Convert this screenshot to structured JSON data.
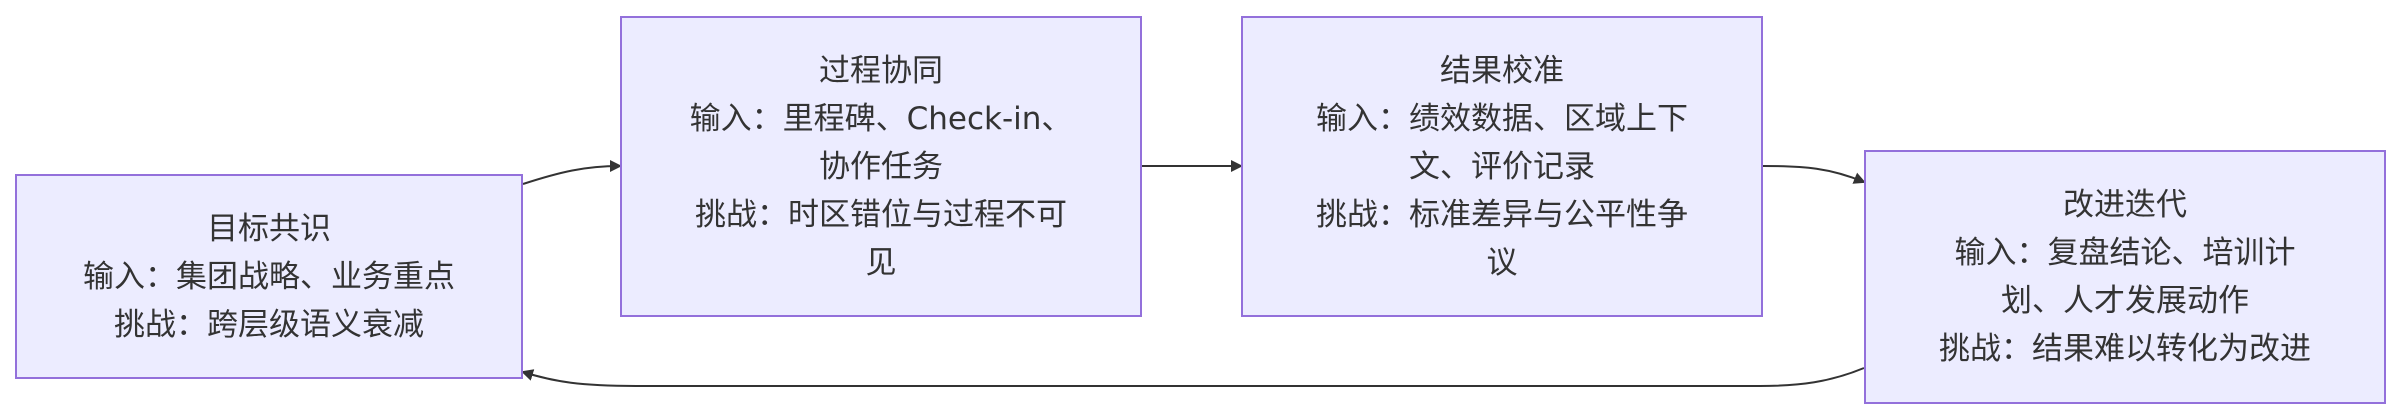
{
  "diagram": {
    "nodes": {
      "goal": {
        "title": "目标共识",
        "lines": [
          "输入：集团战略、业务重点",
          "挑战：跨层级语义衰减"
        ]
      },
      "process": {
        "title": "过程协同",
        "lines": [
          "输入：里程碑、Check-in、",
          "协作任务",
          "挑战：时区错位与过程不可",
          "见"
        ]
      },
      "result": {
        "title": "结果校准",
        "lines": [
          "输入：绩效数据、区域上下",
          "文、评价记录",
          "挑战：标准差异与公平性争",
          "议"
        ]
      },
      "improve": {
        "title": "改进迭代",
        "lines": [
          "输入：复盘结论、培训计",
          "划、人才发展动作",
          "挑战：结果难以转化为改进"
        ]
      }
    },
    "edges": [
      {
        "from": "goal",
        "to": "process"
      },
      {
        "from": "process",
        "to": "result"
      },
      {
        "from": "result",
        "to": "improve"
      },
      {
        "from": "improve",
        "to": "goal"
      }
    ],
    "colors": {
      "node_fill": "#ECECFF",
      "node_border": "#9370DB",
      "text": "#333333",
      "edge": "#333333"
    }
  }
}
